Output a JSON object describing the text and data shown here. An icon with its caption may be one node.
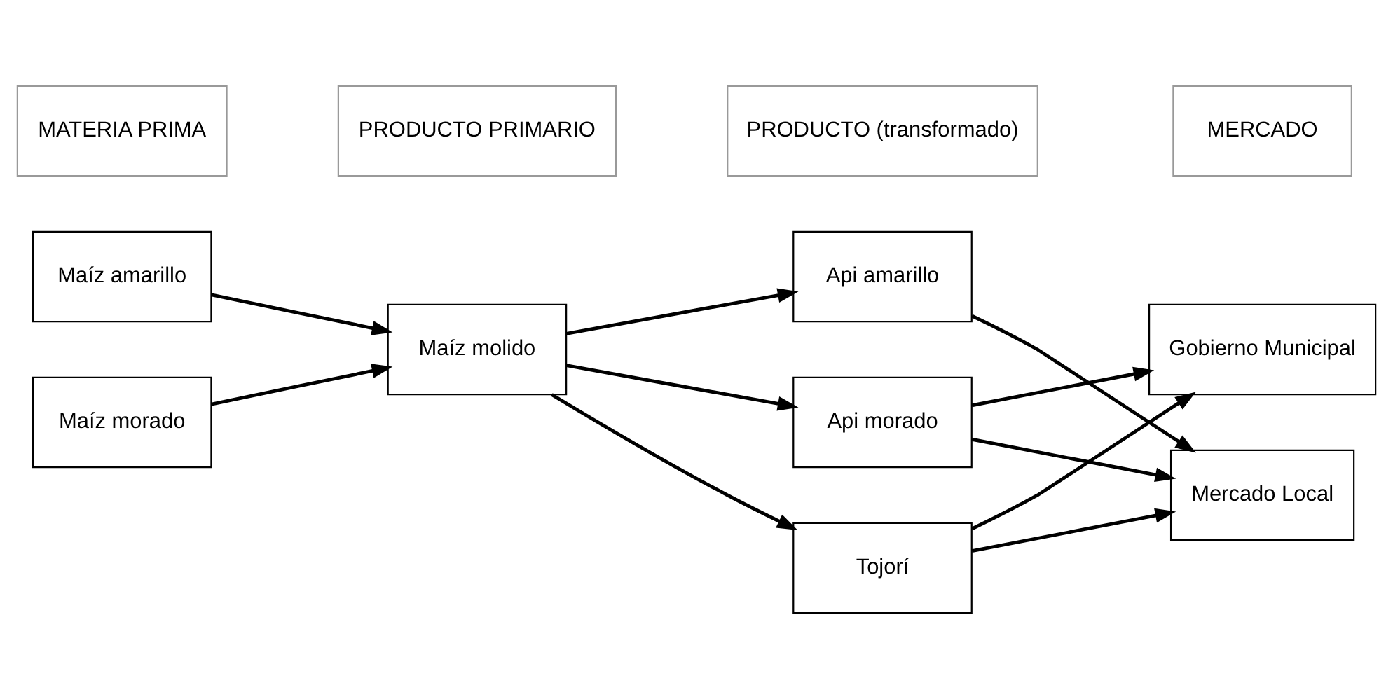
{
  "diagram": {
    "nodes": [
      {
        "text": [
          "MATERIA PRIMA"
        ]
      },
      {
        "text": [
          "PRODUCTO PRIMARIO"
        ]
      },
      {
        "text": [
          "PRODUCTO (transformado)"
        ]
      },
      {
        "text": [
          "MERCADO"
        ]
      },
      {
        "text": [
          "Maíz amarillo"
        ]
      },
      {
        "text": [
          "Maíz morado"
        ]
      },
      {
        "text": [
          "Maíz molido"
        ]
      },
      {
        "text": [
          "Api amarillo"
        ]
      },
      {
        "text": [
          "Api morado"
        ]
      },
      {
        "text": [
          "Tojorí"
        ]
      },
      {
        "text": [
          "Gobierno Municipal"
        ]
      },
      {
        "text": [
          "Mercado Local"
        ]
      }
    ],
    "edges": [
      {
        "from": 4,
        "to": 6,
        "arrow": "to"
      },
      {
        "from": 5,
        "to": 6,
        "arrow": "to"
      },
      {
        "from": 6,
        "to": 7,
        "arrow": "to"
      },
      {
        "from": 6,
        "to": 8,
        "arrow": "to"
      },
      {
        "from": 6,
        "to": 9,
        "arrow": "to"
      },
      {
        "from": 7,
        "to": 11,
        "arrow": "to"
      },
      {
        "from": 8,
        "to": 10,
        "arrow": "to"
      },
      {
        "from": 8,
        "to": 11,
        "arrow": "to"
      },
      {
        "from": 9,
        "to": 10,
        "arrow": "to"
      },
      {
        "from": 9,
        "to": 11,
        "arrow": "to"
      }
    ]
  }
}
